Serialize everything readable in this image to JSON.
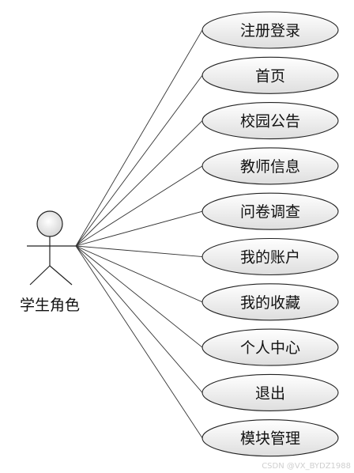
{
  "diagram": {
    "type": "use-case",
    "actor": {
      "label": "学生角色"
    },
    "use_cases": [
      {
        "label": "注册登录"
      },
      {
        "label": "首页"
      },
      {
        "label": "校园公告"
      },
      {
        "label": "教师信息"
      },
      {
        "label": "问卷调查"
      },
      {
        "label": "我的账户"
      },
      {
        "label": "我的收藏"
      },
      {
        "label": "个人中心"
      },
      {
        "label": "退出"
      },
      {
        "label": "模块管理"
      }
    ]
  },
  "watermark": "CSDN @VX_BYDZ1988",
  "colors": {
    "ellipse_fill_top": "#ffffff",
    "ellipse_fill_bottom": "#dedede",
    "stroke": "#222222",
    "text": "#111111"
  }
}
